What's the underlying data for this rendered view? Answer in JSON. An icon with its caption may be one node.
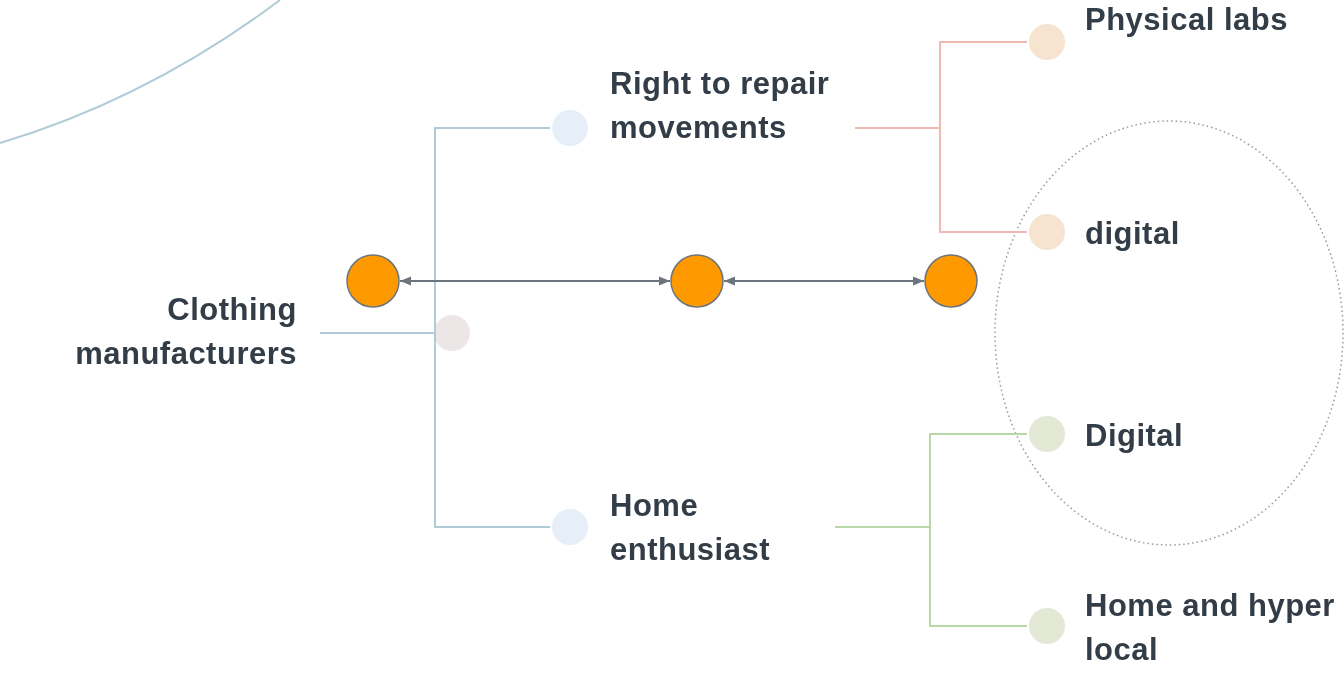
{
  "diagram": {
    "nodes": [
      {
        "text": [
          "Clothing manufacturers"
        ]
      },
      {
        "text": [
          "Right to repair movements"
        ]
      },
      {
        "text": [
          "Home enthusiast"
        ]
      },
      {
        "text": [
          "Physical labs"
        ]
      },
      {
        "text": [
          "digital"
        ]
      },
      {
        "text": [
          "Digital"
        ]
      },
      {
        "text": [
          "Home and hyper local"
        ]
      },
      {
        "text": [],
        "shape": "circle"
      },
      {
        "text": [],
        "shape": "circle"
      },
      {
        "text": [],
        "shape": "circle"
      }
    ],
    "edges": [
      {
        "from": 0,
        "to": 1,
        "arrow": "none",
        "color": "#aecbd6"
      },
      {
        "from": 0,
        "to": 2,
        "arrow": "none",
        "color": "#aecbd6"
      },
      {
        "from": 1,
        "to": 3,
        "arrow": "none",
        "color": "#f0b8b0"
      },
      {
        "from": 1,
        "to": 4,
        "arrow": "none",
        "color": "#f0b8b0"
      },
      {
        "from": 2,
        "to": 5,
        "arrow": "none",
        "color": "#b8d8a8"
      },
      {
        "from": 2,
        "to": 6,
        "arrow": "none",
        "color": "#b8d8a8"
      },
      {
        "from": 7,
        "to": 8,
        "arrow": "both",
        "color": "#6c757d"
      },
      {
        "from": 8,
        "to": 9,
        "arrow": "both",
        "color": "#6c757d"
      }
    ]
  }
}
